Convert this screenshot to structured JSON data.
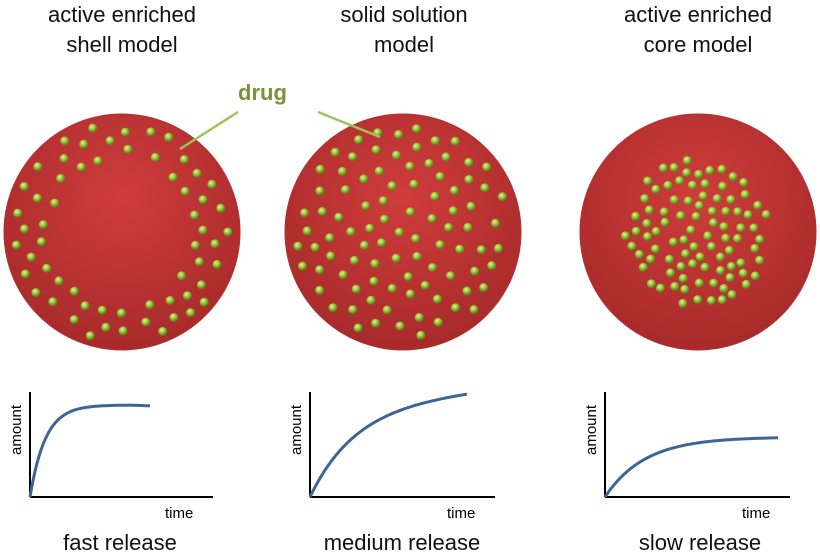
{
  "models": [
    {
      "title_line1": "active enriched",
      "title_line2": "shell model",
      "release": "fast release",
      "distribution": "shell"
    },
    {
      "title_line1": "solid solution",
      "title_line2": "model",
      "release": "medium release",
      "distribution": "uniform"
    },
    {
      "title_line1": "active enriched",
      "title_line2": "core model",
      "release": "slow release",
      "distribution": "core"
    }
  ],
  "drug_label": "drug",
  "axis": {
    "y_label": "amount",
    "x_label": "time"
  },
  "colors": {
    "sphere": "#c8383a",
    "drug": "#9bc23c",
    "label": "#77933c",
    "curve": "#3f6496"
  }
}
